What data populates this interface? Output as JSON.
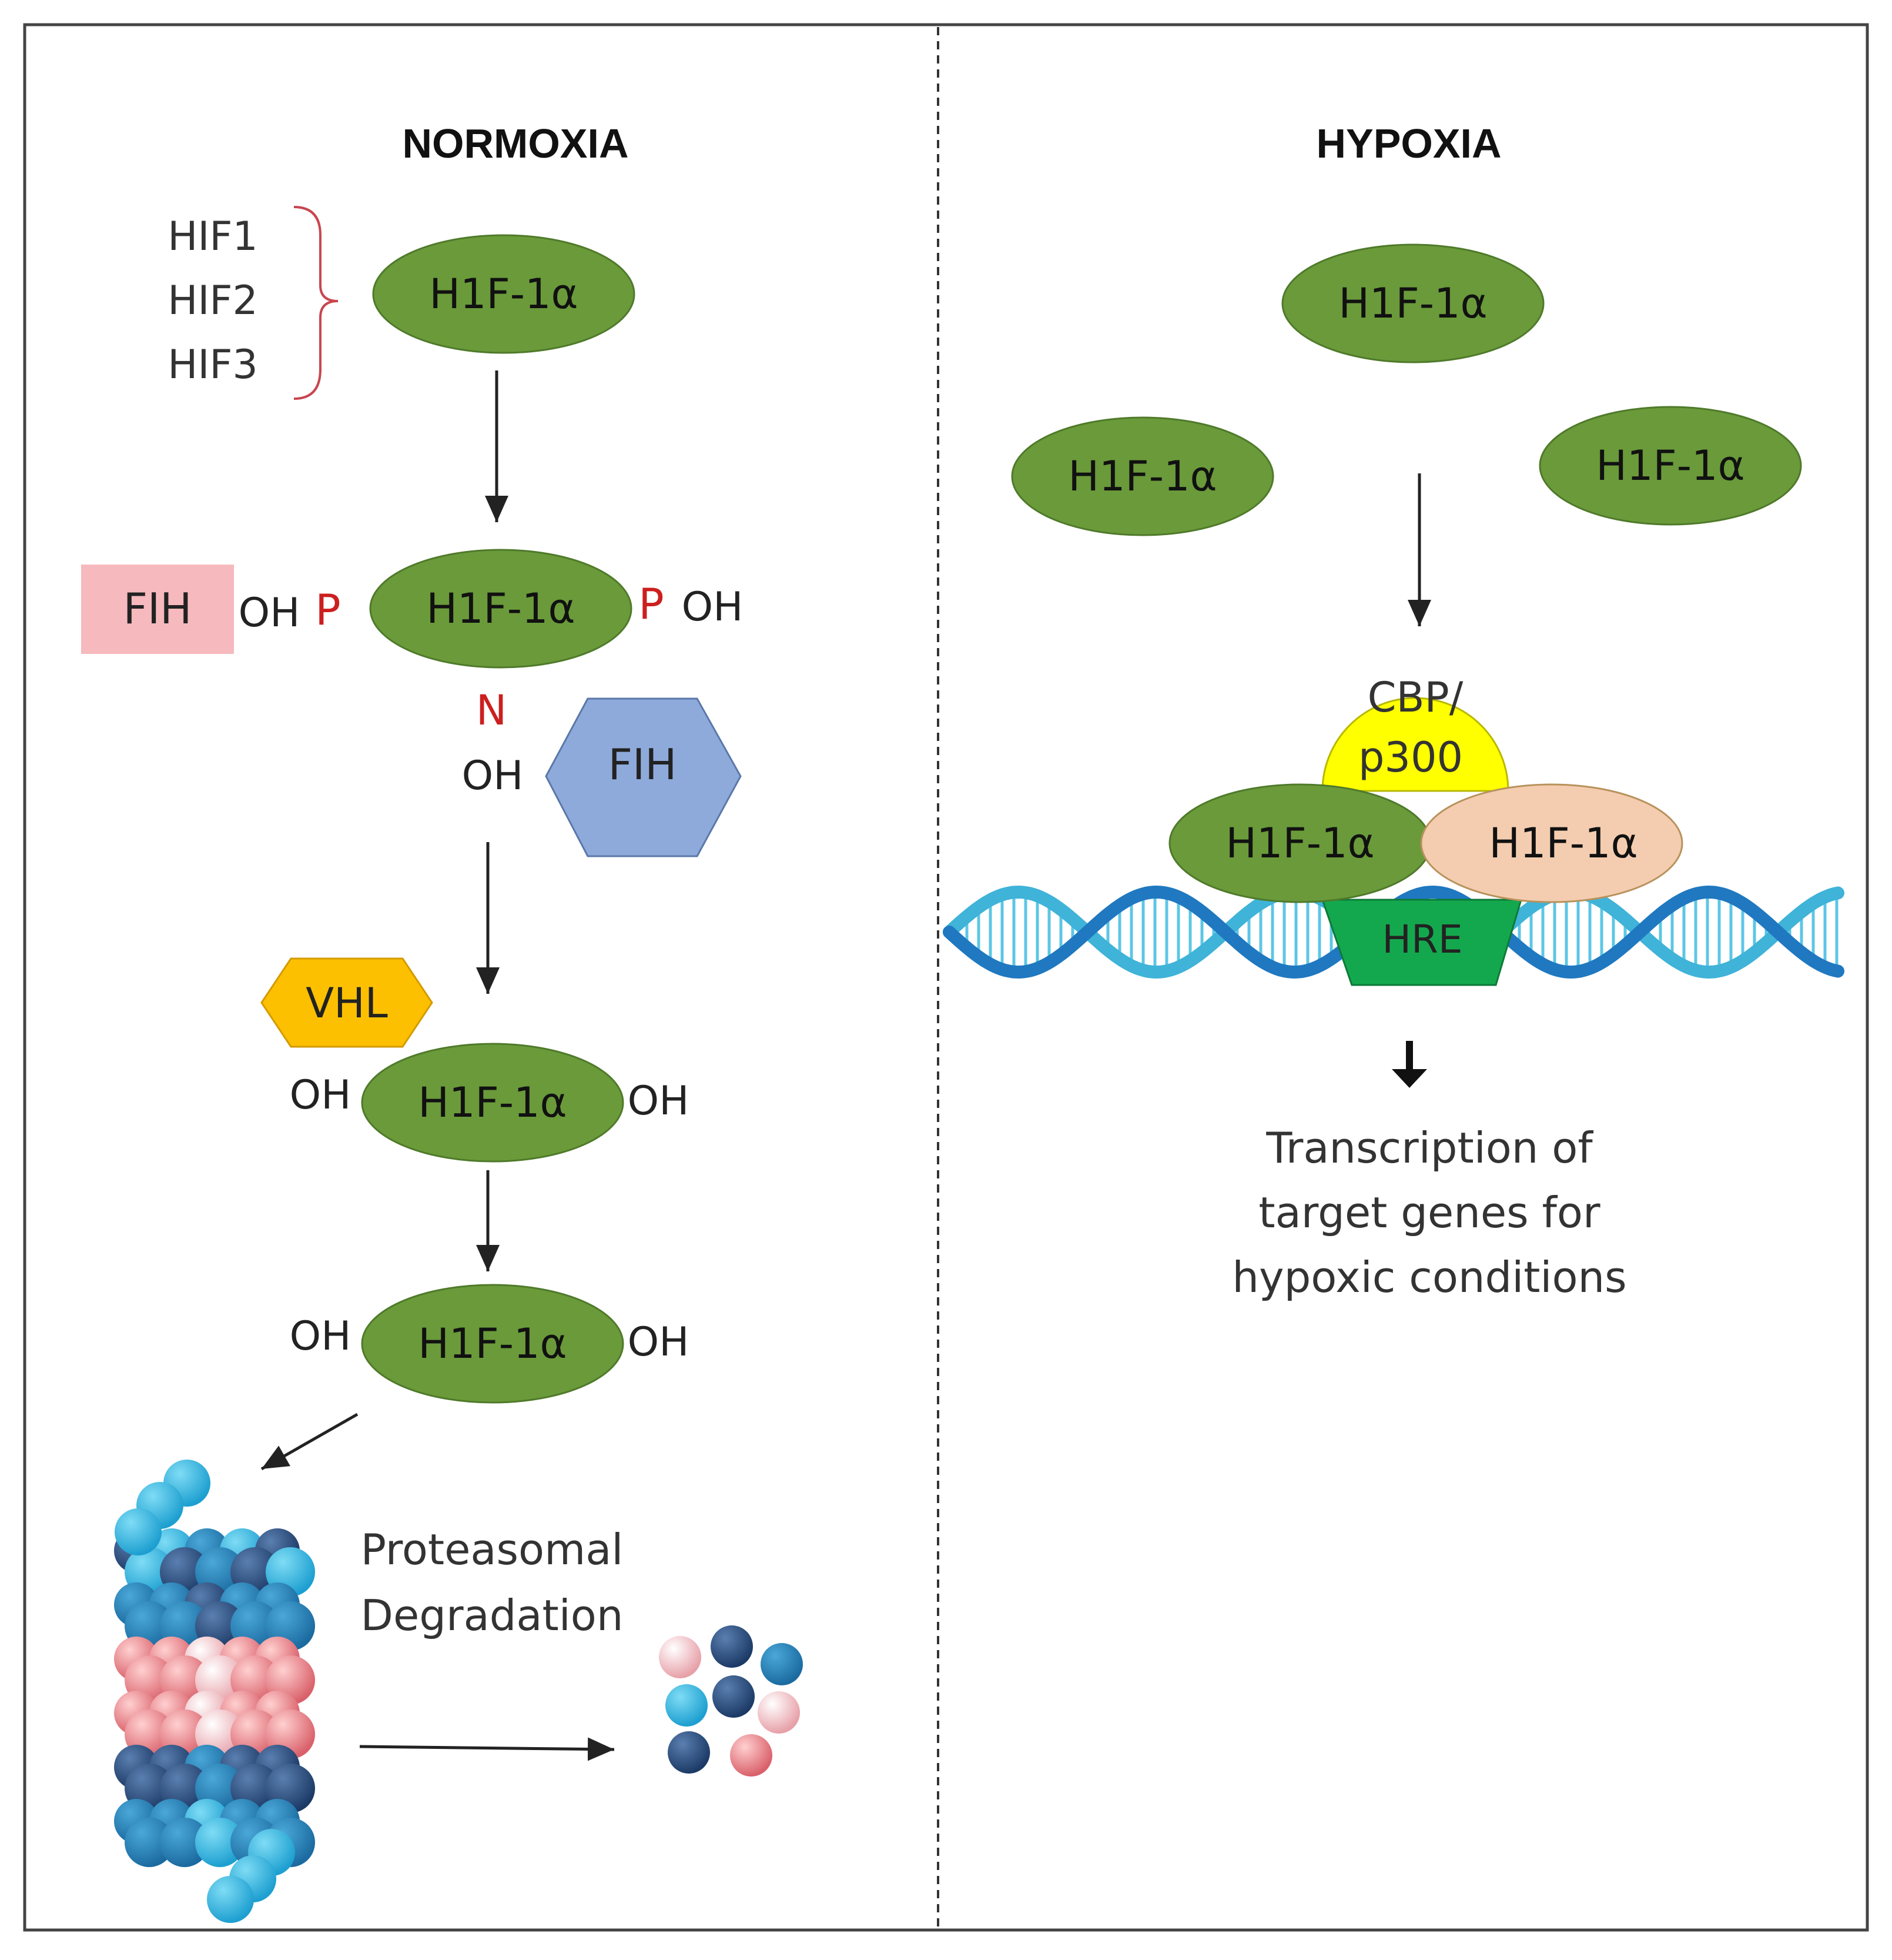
{
  "normoxia": {
    "title": "NORMOXIA",
    "isoforms": [
      "HIF1",
      "HIF2",
      "HIF3"
    ],
    "protein_label": "H1F-1α",
    "fih_box_label": "FIH",
    "fih_hexagon_label": "FIH",
    "hydroxyl": "OH",
    "proline": "P",
    "asparagine": "N",
    "vhl_label": "VHL",
    "degradation_line1": "Proteasomal",
    "degradation_line2": "Degradation"
  },
  "hypoxia": {
    "title": "HYPOXIA",
    "protein_label": "H1F-1α",
    "cbp_line1": "CBP/",
    "cbp_line2": "p300",
    "hre_label": "HRE",
    "outcome_line1": "Transcription of",
    "outcome_line2": "target genes for",
    "outcome_line3": "hypoxic conditions"
  },
  "colors": {
    "hif_alpha": "#6a9a3a",
    "hif_beta": "#f4cdb0",
    "fih_box": "#f6b9bd",
    "fih_hexagon": "#8eaadb",
    "vhl": "#fcc000",
    "cbp_p300": "#ffff00",
    "hre": "#14a84e",
    "modification_red": "#cc1f1f",
    "dna_dark": "#1f78c0",
    "dna_light": "#3fb3d8"
  }
}
